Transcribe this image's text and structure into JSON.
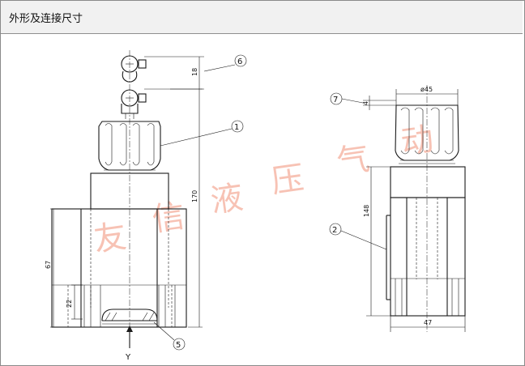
{
  "header": {
    "title": "外形及连接尺寸"
  },
  "callouts": {
    "c1": "1",
    "c2": "2",
    "c5": "5",
    "c6": "6",
    "c7": "7"
  },
  "dimensions": {
    "d18": "18",
    "d170": "170",
    "d67": "67",
    "d22": "22",
    "d148": "148",
    "d45": "ø45",
    "d4": "4",
    "d47": "47"
  },
  "view_label": "Y",
  "watermark": {
    "w1": "友",
    "w2": "信",
    "w3": "液",
    "w4": "压",
    "w5": "气",
    "w6": "动"
  },
  "colors": {
    "header_bg": "#f1f1f1",
    "line": "#1a1a1a",
    "watermark": "#f6b8a8"
  }
}
